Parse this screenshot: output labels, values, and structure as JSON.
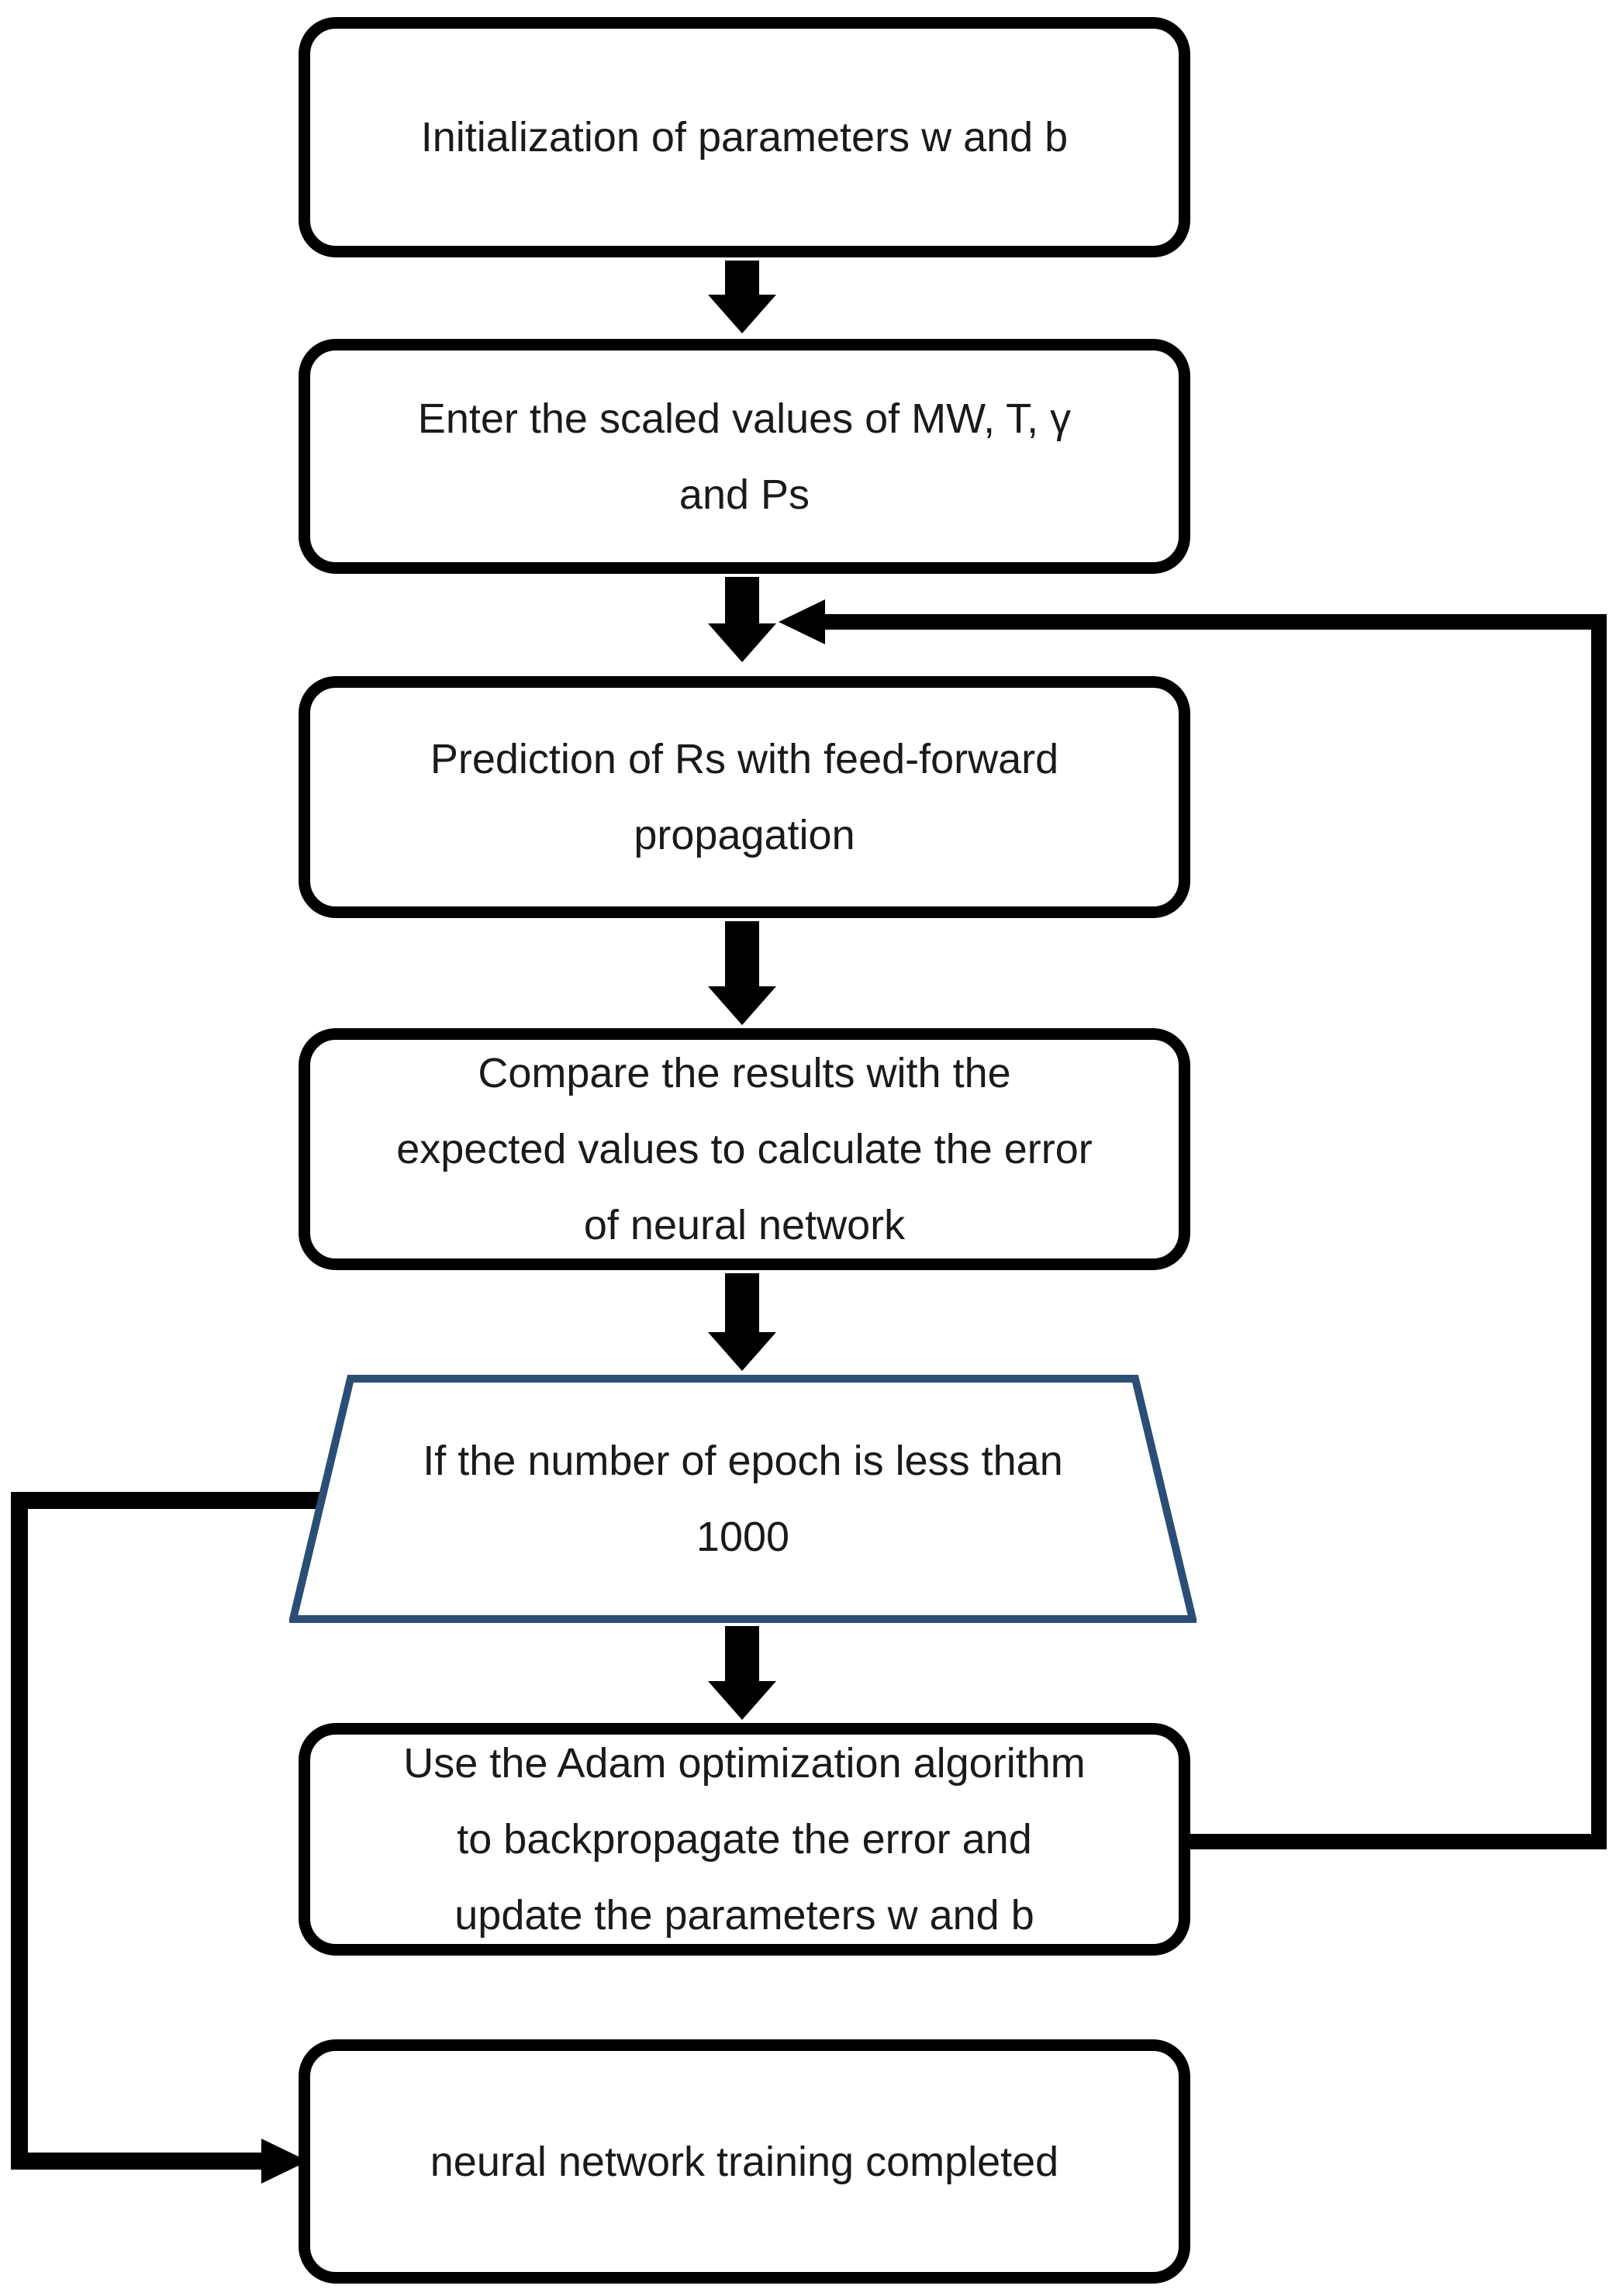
{
  "nodes": [
    {
      "id": "init",
      "shape": "rounded-rect",
      "label": "Initialization of parameters w and b"
    },
    {
      "id": "input",
      "shape": "rounded-rect",
      "label": "Enter the scaled values of MW, T, γ\nand Ps"
    },
    {
      "id": "predict",
      "shape": "rounded-rect",
      "label": "Prediction of Rs with feed-forward\npropagation"
    },
    {
      "id": "compare",
      "shape": "rounded-rect",
      "label": "Compare the results with the\nexpected values to calculate the error\nof neural network"
    },
    {
      "id": "epoch_check",
      "shape": "trapezoid",
      "label": "If the number of epoch is less than\n1000"
    },
    {
      "id": "adam_update",
      "shape": "rounded-rect",
      "label": "Use the Adam optimization algorithm\nto backpropagate the error and\nupdate the parameters w and b"
    },
    {
      "id": "complete",
      "shape": "rounded-rect",
      "label": "neural network training completed"
    }
  ],
  "edges": [
    {
      "from": "init",
      "to": "input",
      "type": "down-arrow"
    },
    {
      "from": "input",
      "to": "predict",
      "type": "down-arrow"
    },
    {
      "from": "predict",
      "to": "compare",
      "type": "down-arrow"
    },
    {
      "from": "compare",
      "to": "epoch_check",
      "type": "down-arrow"
    },
    {
      "from": "epoch_check",
      "to": "adam_update",
      "type": "down-arrow"
    },
    {
      "from": "adam_update",
      "to": "input-predict-junction",
      "type": "feedback-loop-right"
    },
    {
      "from": "epoch_check",
      "to": "complete",
      "type": "loop-left"
    }
  ],
  "colors": {
    "background": "#ffffff",
    "node_border": "#000000",
    "decision_border": "#2b4e75",
    "arrow": "#000000",
    "text": "#1a1a1a"
  }
}
